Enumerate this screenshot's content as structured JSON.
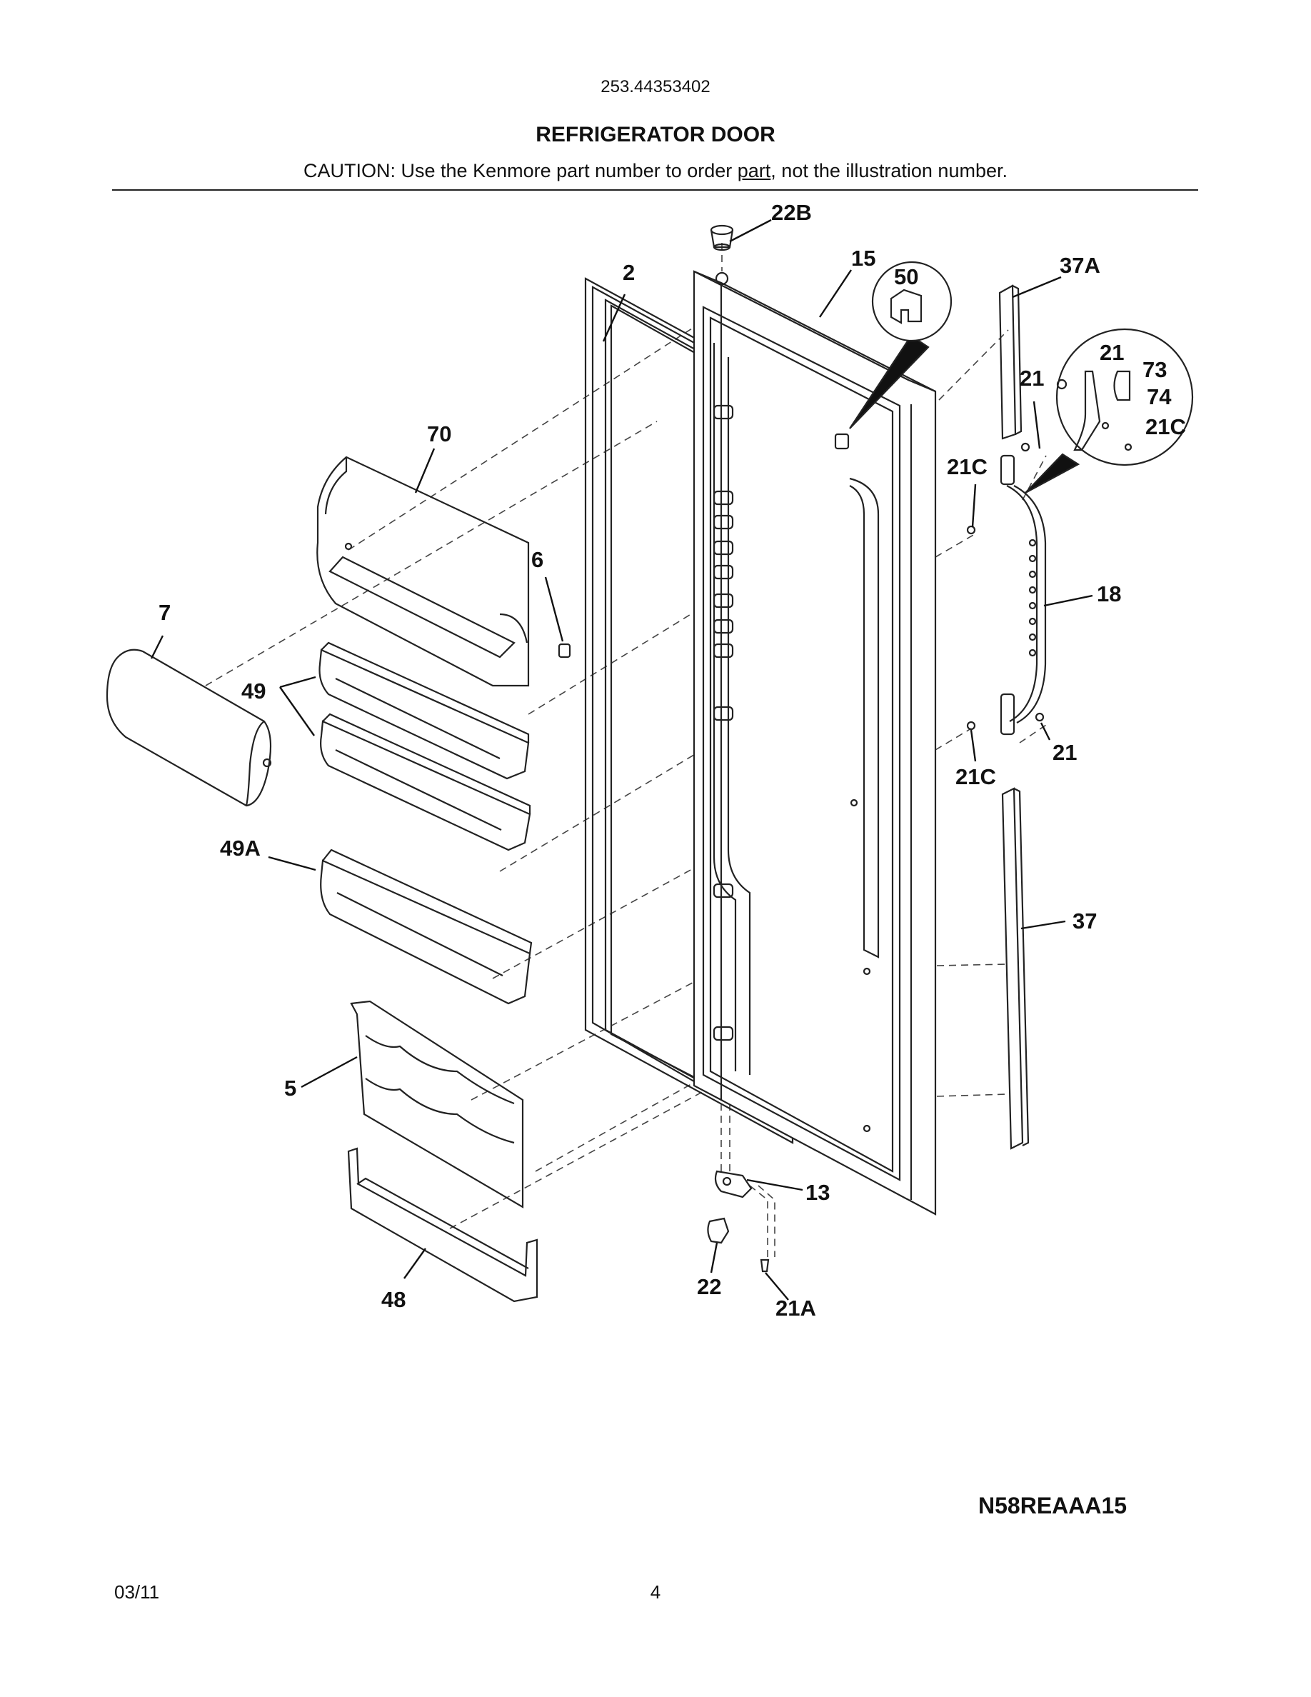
{
  "header": {
    "model_number": "253.44353402",
    "title": "REFRIGERATOR DOOR",
    "caution_before": "CAUTION: Use the Kenmore part number to order ",
    "caution_underlined": "part",
    "caution_after": ", not the illustration number."
  },
  "callouts": {
    "c22B": "22B",
    "c2": "2",
    "c15": "15",
    "c50": "50",
    "c37A": "37A",
    "c21_detail": "21",
    "c73": "73",
    "c74": "74",
    "c21C_detail": "21C",
    "c21_upper": "21",
    "c21C_upper": "21C",
    "c70": "70",
    "c6": "6",
    "c18": "18",
    "c7": "7",
    "c49": "49",
    "c21_lower": "21",
    "c21C_lower": "21C",
    "c49A": "49A",
    "c37": "37",
    "c5": "5",
    "c13": "13",
    "c22": "22",
    "c48": "48",
    "c21A": "21A"
  },
  "footer": {
    "drawing_code": "N58REAAA15",
    "date": "03/11",
    "page_number": "4"
  }
}
